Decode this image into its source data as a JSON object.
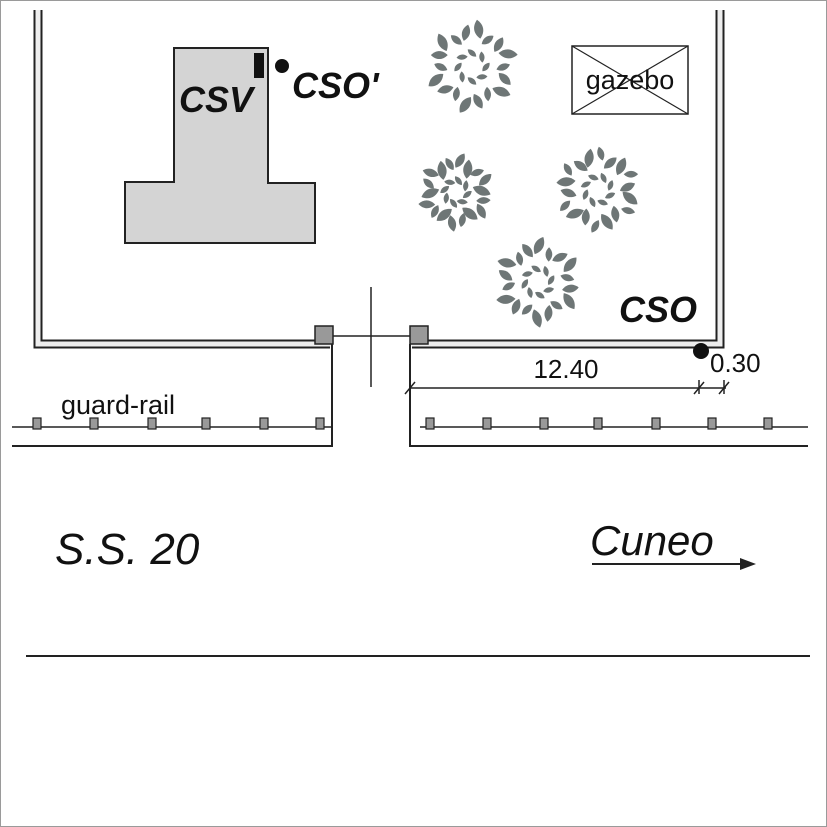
{
  "labels": {
    "csv": "CSV",
    "cso_prime": "CSO'",
    "gazebo": "gazebo",
    "cso": "CSO",
    "dim_main": "12.40",
    "dim_small": "0.30",
    "guard_rail": "guard-rail",
    "road": "S.S. 20",
    "direction": "Cuneo"
  },
  "colors": {
    "building_fill": "#d4d4d4",
    "tree_fill": "#6e7676",
    "post_fill": "#999999",
    "line": "#222222"
  }
}
